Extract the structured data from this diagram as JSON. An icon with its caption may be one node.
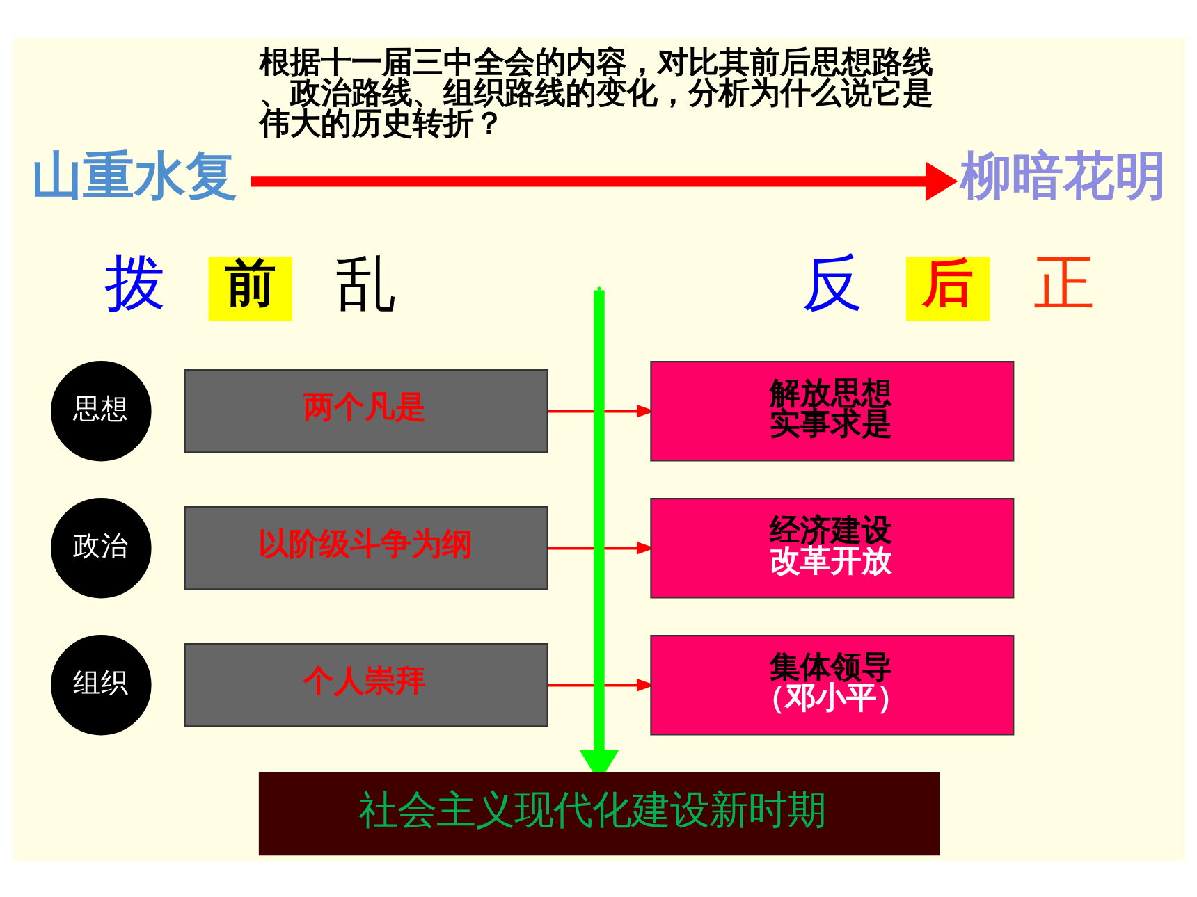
{
  "diagram": {
    "title": "根据十一届三中全会的内容，对比其前后思想路线、政治路线、组织路线的变化，分析为什么说它是伟大的历史转折？",
    "nodes": [
      {
        "text": [
          "山重水复"
        ]
      },
      {
        "text": [
          "柳暗花明"
        ]
      },
      {
        "text": [
          "前"
        ]
      },
      {
        "text": [
          "后"
        ]
      },
      {
        "text": [
          "思想"
        ]
      },
      {
        "text": [
          "两个凡是"
        ]
      },
      {
        "text": [
          "解放思想",
          "实事求是"
        ]
      },
      {
        "text": [
          "政治"
        ]
      },
      {
        "text": [
          "以阶级斗争为纲"
        ]
      },
      {
        "text": [
          "经济建设",
          "改革开放"
        ]
      },
      {
        "text": [
          "组织"
        ]
      },
      {
        "text": [
          "个人崇拜"
        ]
      },
      {
        "text": [
          "集体领导",
          "（邓小平）"
        ]
      },
      {
        "text": [
          "社会主义现代化建设新时期"
        ]
      }
    ],
    "edges": [
      {
        "from": 0,
        "to": 1,
        "arrow": "to",
        "style": "thick"
      },
      {
        "from": 5,
        "to": 6,
        "arrow": "to"
      },
      {
        "from": 8,
        "to": 9,
        "arrow": "to"
      },
      {
        "from": 11,
        "to": 12,
        "arrow": "to"
      },
      {
        "from": null,
        "to": 13,
        "arrow": "to",
        "style": "thick",
        "color": "#00ff00"
      }
    ],
    "labels": [
      "拨",
      "乱",
      "反",
      "正"
    ]
  }
}
